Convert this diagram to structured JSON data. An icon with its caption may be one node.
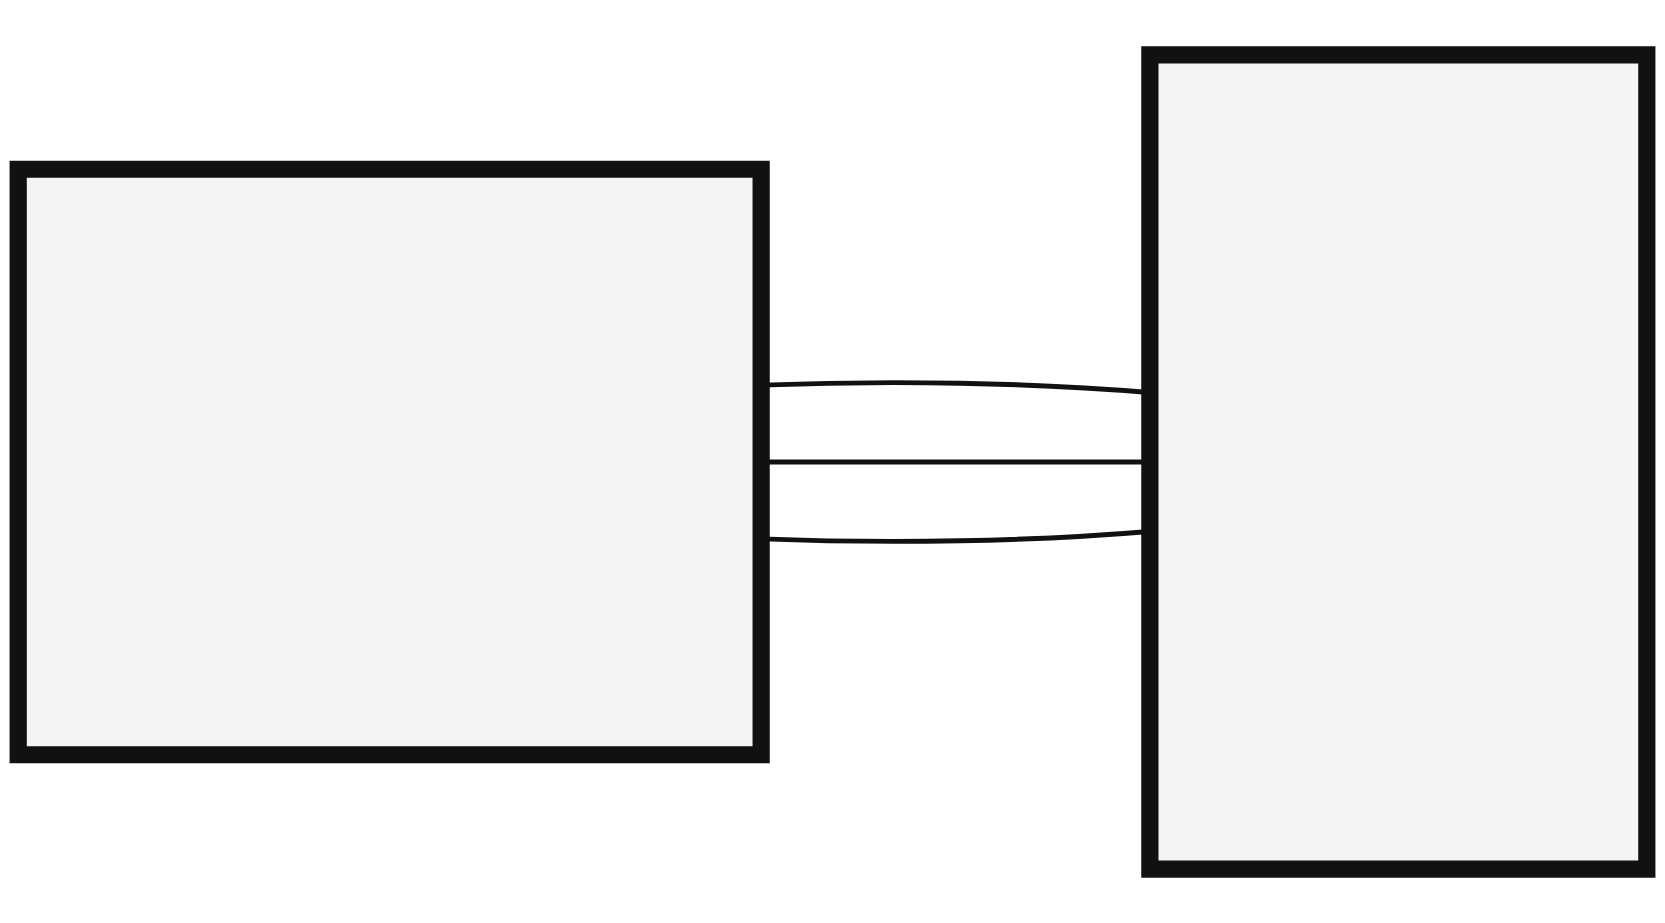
{
  "diagram": {
    "nodes": [
      {
        "text": [],
        "shape": "box"
      },
      {
        "text": [],
        "shape": "box"
      }
    ],
    "edges": [
      {
        "from": 0,
        "to": 1,
        "arrow": "none"
      },
      {
        "from": 0,
        "to": 1,
        "arrow": "none"
      },
      {
        "from": 0,
        "to": 1,
        "arrow": "none"
      }
    ]
  }
}
